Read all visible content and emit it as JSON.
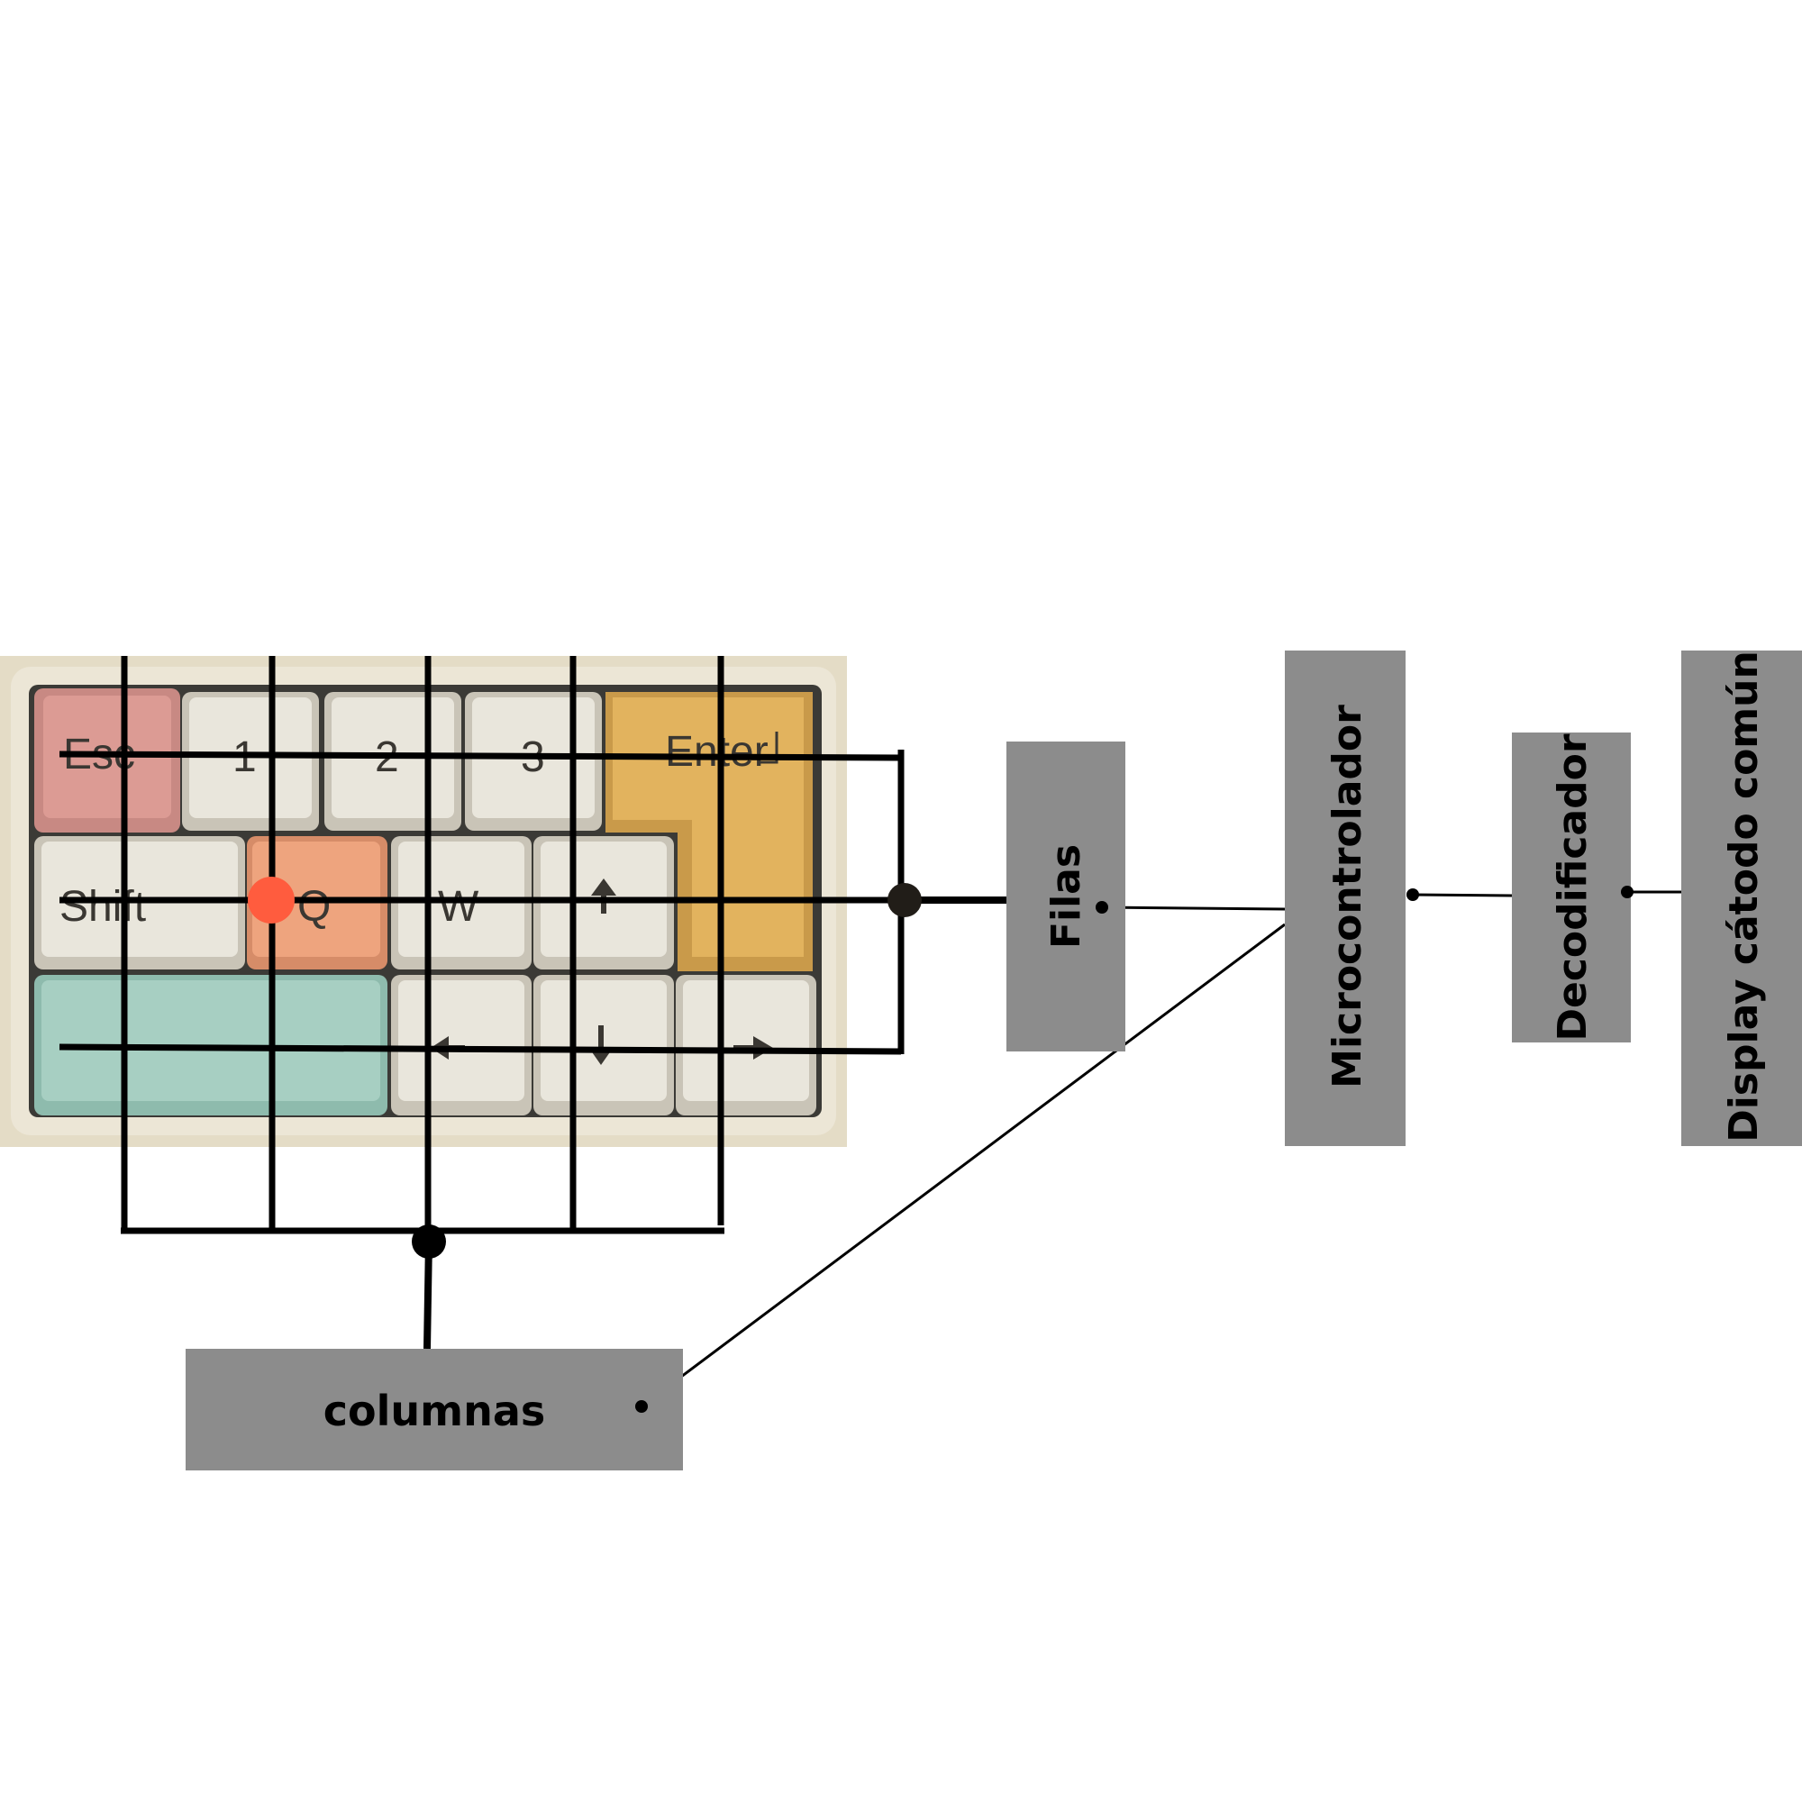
{
  "keyboard": {
    "keys": {
      "esc": "Esc",
      "one": "1",
      "two": "2",
      "three": "3",
      "enter": "Enter",
      "shift": "Shift",
      "q": "Q",
      "w": "W",
      "space": ""
    },
    "arrow_icons": [
      "arrow-up-icon",
      "arrow-left-icon",
      "arrow-down-icon",
      "arrow-right-icon"
    ],
    "colors": {
      "case": "#e6dfcc",
      "key_default": "#e9e6dc",
      "key_esc": "#dc9b94",
      "key_q": "#eea47e",
      "key_enter": "#e2b35e",
      "key_space": "#a7cfc2",
      "pressed_marker": "#ff5c3e"
    }
  },
  "blocks": {
    "filas": "Filas",
    "columnas": "columnas",
    "microcontrolador": "Microcontrolador",
    "decodificador": "Decodificador",
    "display": "Display cátodo común",
    "fill_color": "#8c8c8c"
  }
}
